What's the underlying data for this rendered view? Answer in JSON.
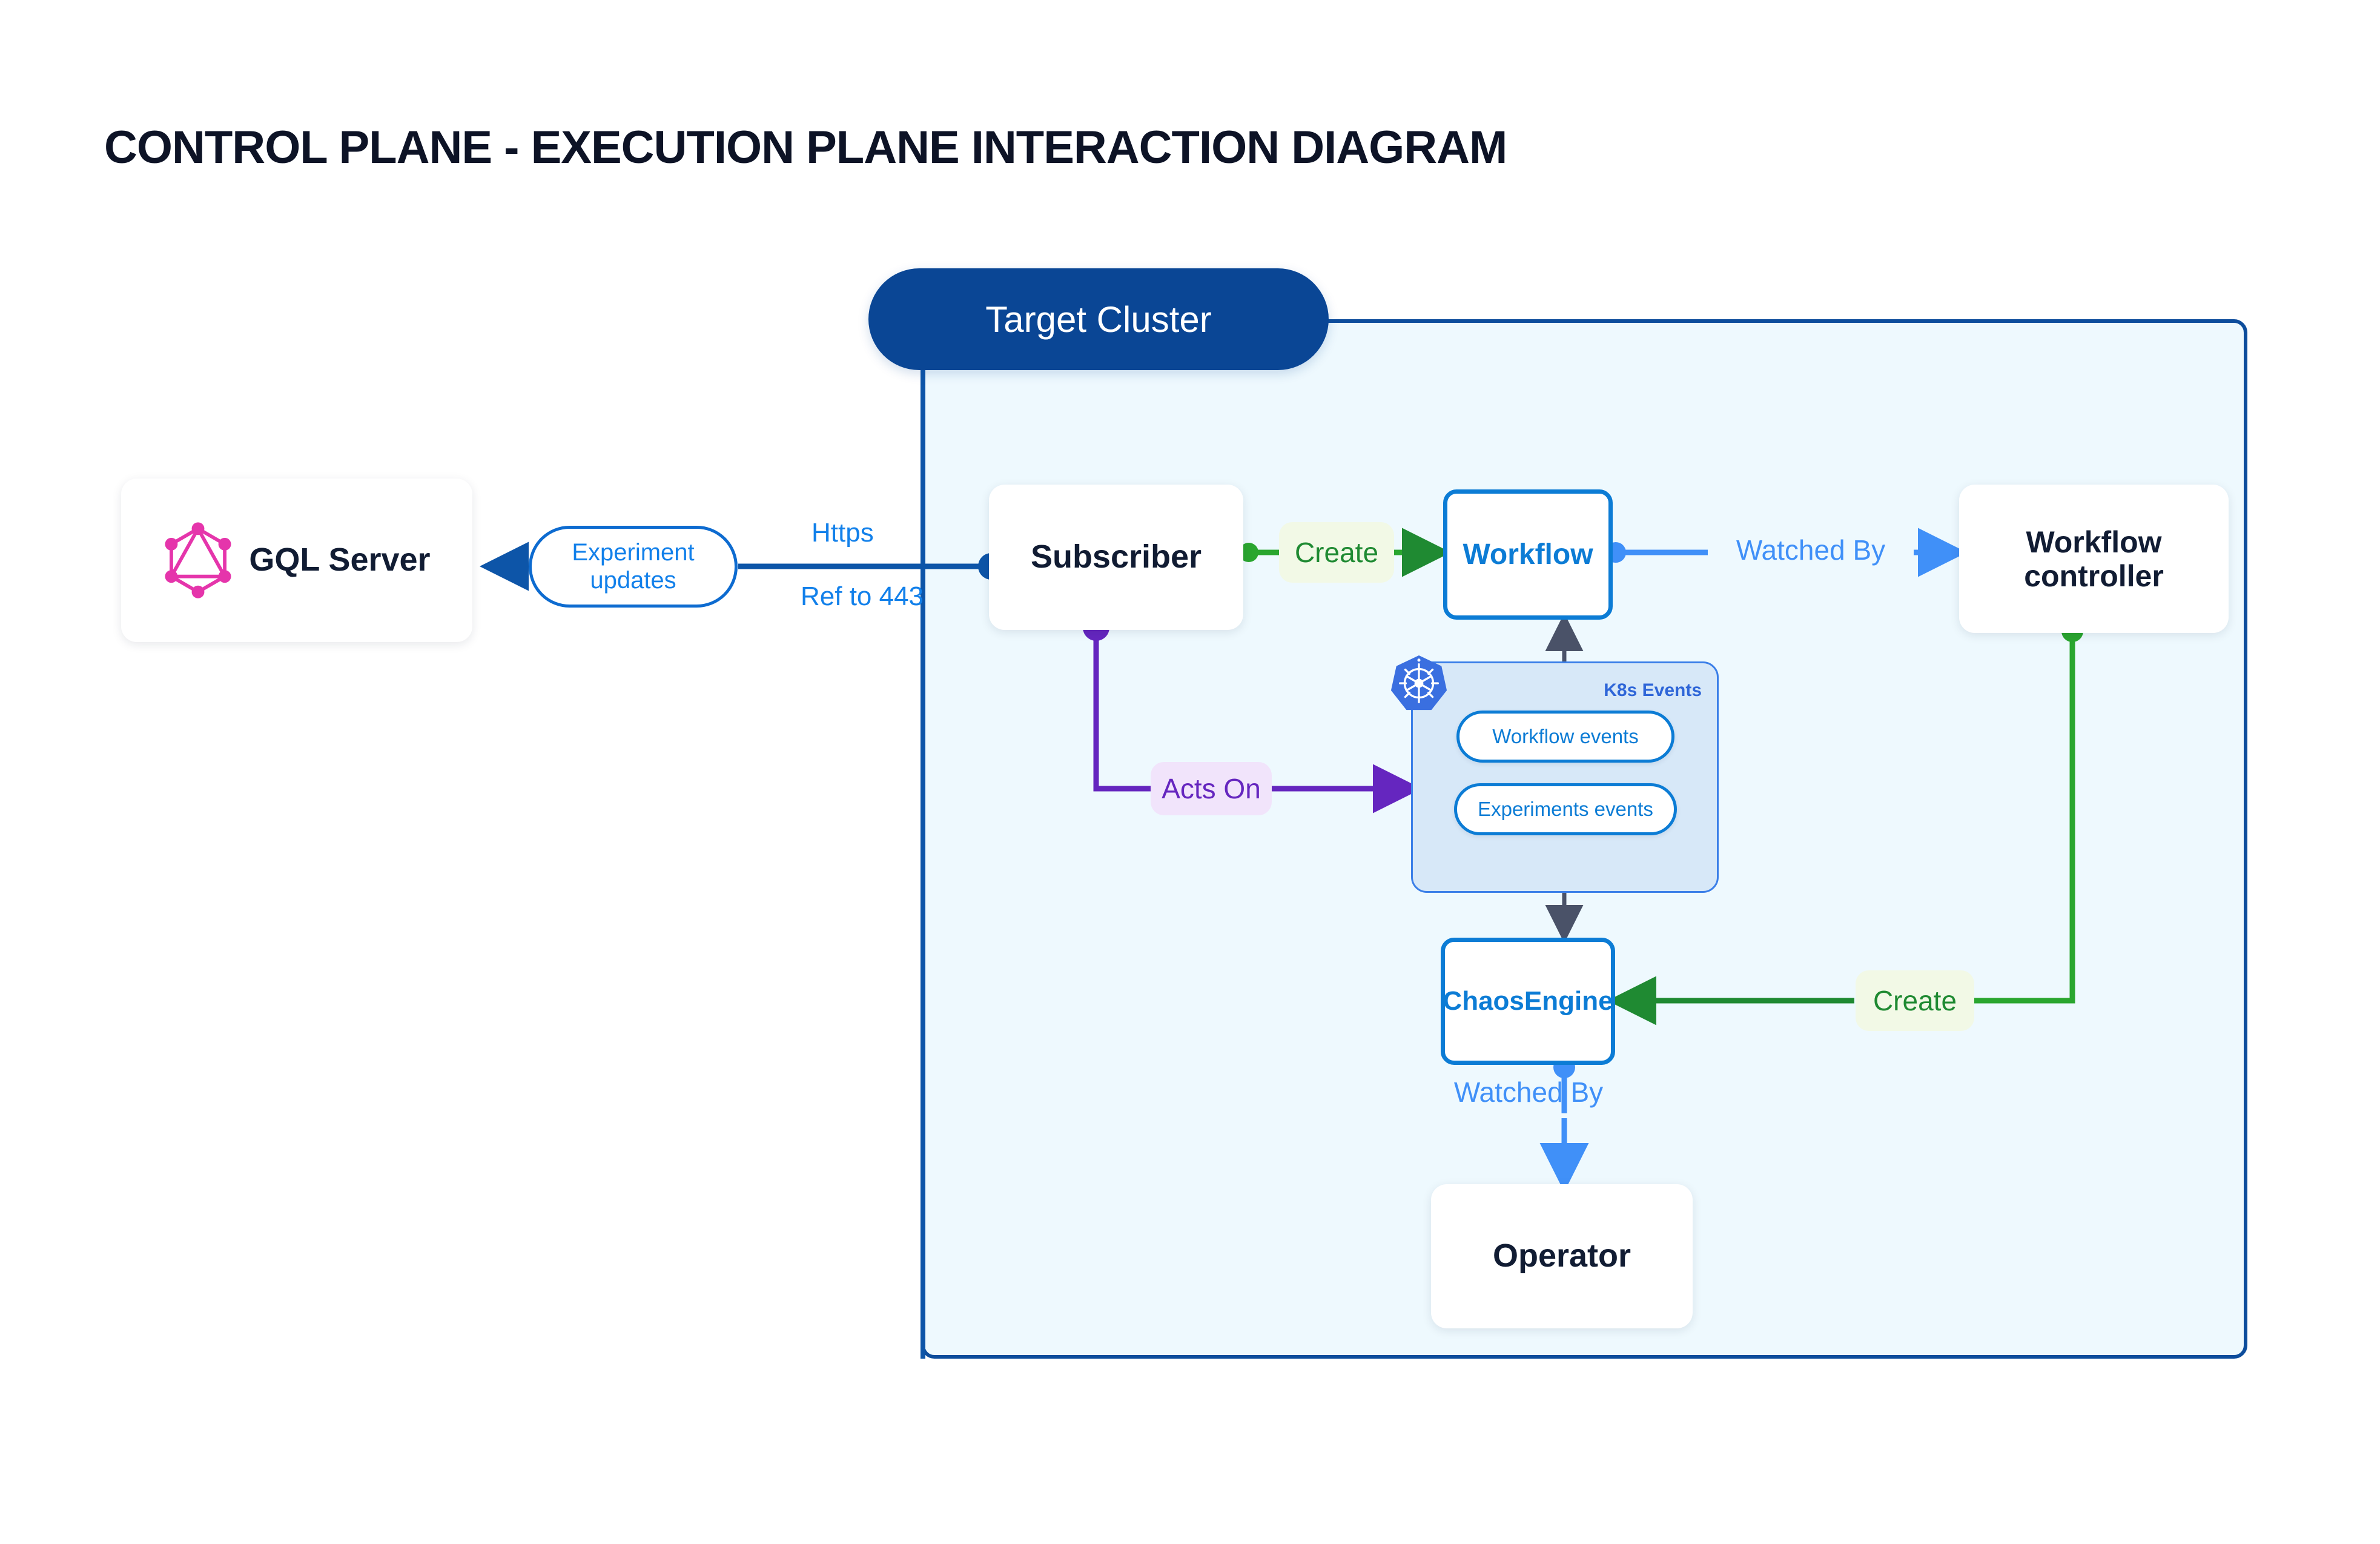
{
  "title": "CONTROL PLANE - EXECUTION PLANE INTERACTION DIAGRAM",
  "cluster": {
    "header_label": "Target Cluster"
  },
  "nodes": {
    "gql_server": {
      "label": "GQL Server",
      "icon": "graphql-icon"
    },
    "subscriber": {
      "label": "Subscriber"
    },
    "workflow": {
      "label": "Workflow"
    },
    "workflow_controller": {
      "line1": "Workflow",
      "line2": "controller"
    },
    "chaosengine": {
      "label": "ChaosEngine"
    },
    "operator": {
      "label": "Operator"
    }
  },
  "k8s_panel": {
    "title": "K8s Events",
    "icon": "kubernetes-icon",
    "items": [
      {
        "label": "Workflow events"
      },
      {
        "label": "Experiments events"
      }
    ]
  },
  "edges": {
    "experiment_updates": {
      "line1": "Experiment",
      "line2": "updates"
    },
    "https": "Https",
    "ref_to_443": "Ref to 443",
    "create_workflow": "Create",
    "watched_by_controller": "Watched By",
    "acts_on": "Acts On",
    "create_chaosengine": "Create",
    "watched_by_operator": "Watched By"
  },
  "colors": {
    "cluster_border": "#0d4d9c",
    "cluster_fill": "#eef9fe",
    "cluster_header": "#0a4695",
    "blue_node": "#0c7cd5",
    "light_blue_edge": "#4090f8",
    "dark_blue_edge": "#0d55a8",
    "green_edge": "#1f8a32",
    "purple_edge": "#6526bf",
    "gray_edge": "#4a5268",
    "k8s_panel_fill": "#d7e8f8",
    "k8s_blue": "#3b7fe8",
    "graphql_pink": "#e535ab",
    "text_dark": "#111c33"
  }
}
